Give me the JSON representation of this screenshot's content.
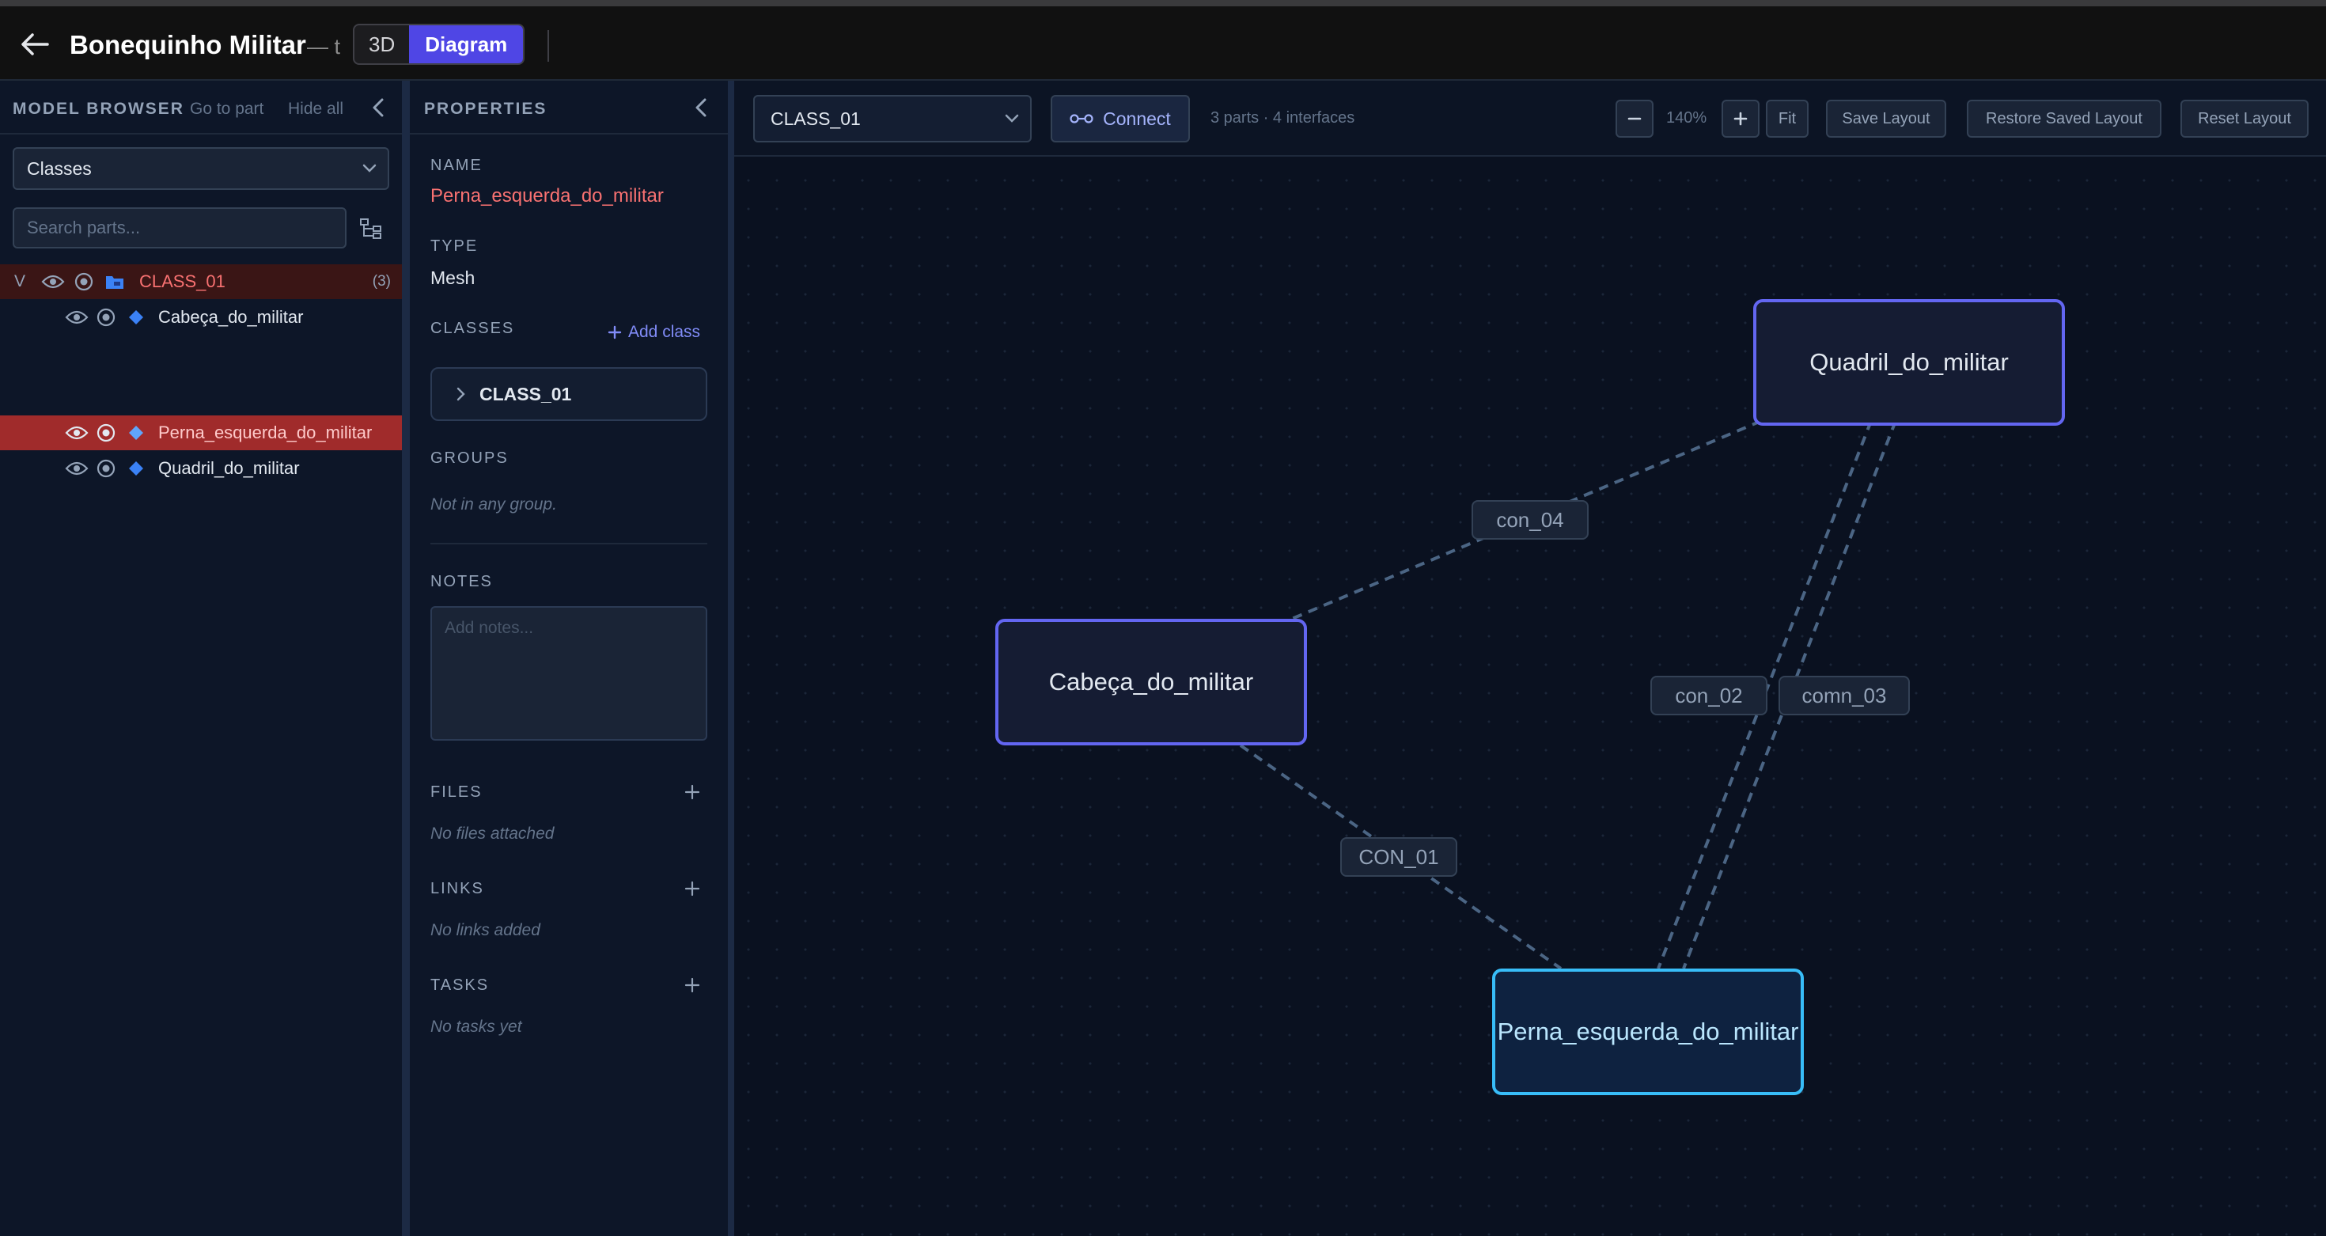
{
  "header": {
    "title": "Bonequinho Militar",
    "subtitle": "— t",
    "view_modes": [
      "3D",
      "Diagram"
    ],
    "active_view": "Diagram"
  },
  "browser": {
    "title": "MODEL BROWSER",
    "goto_label": "Go to part",
    "hide_all_label": "Hide all",
    "filter": {
      "selected": "Classes"
    },
    "search": {
      "placeholder": "Search parts..."
    },
    "tree": {
      "group": {
        "toggle": "V",
        "label": "CLASS_01",
        "count": "(3)"
      },
      "items": [
        {
          "label": "Cabeça_do_militar",
          "selected": false
        },
        {
          "label": "Perna_esquerda_do_militar",
          "selected": true
        },
        {
          "label": "Quadril_do_militar",
          "selected": false
        }
      ]
    }
  },
  "properties": {
    "title": "PROPERTIES",
    "name_label": "NAME",
    "name_value": "Perna_esquerda_do_militar",
    "type_label": "TYPE",
    "type_value": "Mesh",
    "classes_label": "CLASSES",
    "add_class_label": "Add class",
    "classes": [
      "CLASS_01"
    ],
    "groups_label": "GROUPS",
    "groups_empty": "Not in any group.",
    "notes_label": "NOTES",
    "notes_placeholder": "Add notes...",
    "files_label": "FILES",
    "files_empty": "No files attached",
    "links_label": "LINKS",
    "links_empty": "No links added",
    "tasks_label": "TASKS",
    "tasks_empty": "No tasks yet"
  },
  "diagram": {
    "class_select": "CLASS_01",
    "connect_label": "Connect",
    "summary": "3 parts · 4 interfaces",
    "zoom_level": "140%",
    "fit_label": "Fit",
    "save_layout_label": "Save Layout",
    "restore_layout_label": "Restore Saved Layout",
    "reset_layout_label": "Reset Layout",
    "nodes": {
      "quadril": "Quadril_do_militar",
      "cabeca": "Cabeça_do_militar",
      "perna": "Perna_esquerda_do_militar"
    },
    "edges": {
      "con_04": "con_04",
      "con_02": "con_02",
      "comn_03": "comn_03",
      "con_01": "CON_01"
    }
  },
  "colors": {
    "accent": "#4f46e5",
    "node_border": "#6366f1",
    "selected_node_border": "#38bdf8",
    "selected_row": "#a02b2b",
    "name_value": "#f87171",
    "edge_line": "#4b6584"
  }
}
